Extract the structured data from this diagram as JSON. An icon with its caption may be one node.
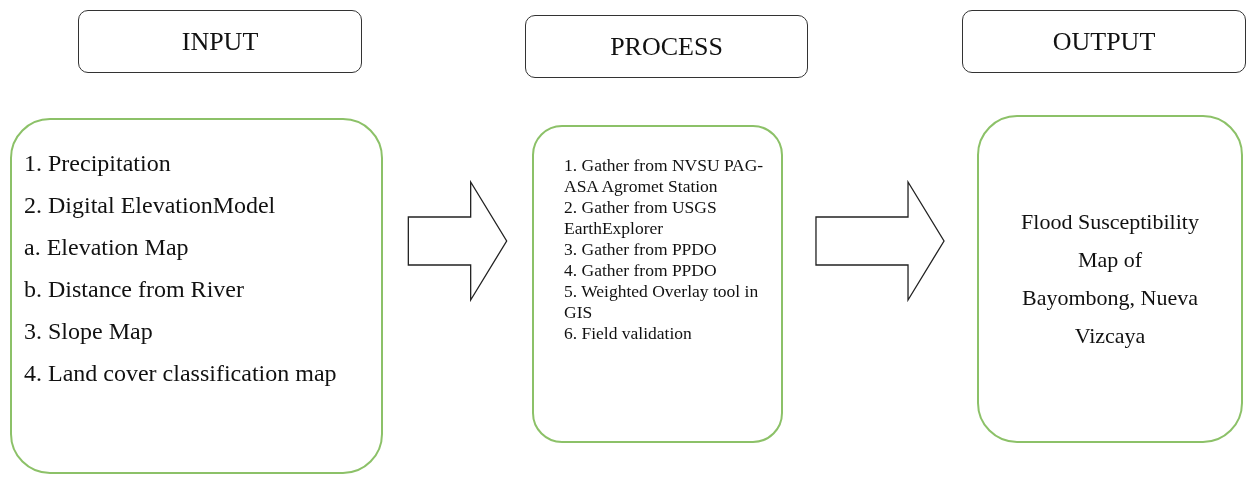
{
  "diagram": {
    "nodes": [
      {
        "text": [
          "INPUT"
        ]
      },
      {
        "text": [
          "PROCESS"
        ]
      },
      {
        "text": [
          "OUTPUT"
        ]
      },
      {
        "text": [
          "1. Precipitation",
          "2. Digital ElevationModel",
          "a. Elevation Map",
          "b. Distance from River",
          "3. Slope Map",
          "4. Land cover classification map"
        ]
      },
      {
        "text": [
          "1. Gather from NVSU PAG-ASA Agromet Station",
          "2. Gather from USGS EarthExplorer",
          "3. Gather from PPDO",
          "4. Gather from PPDO",
          "5. Weighted Overlay tool in GIS",
          "6. Field validation"
        ]
      },
      {
        "text": [
          "Flood Susceptibility Map of Bayombong, Nueva Vizcaya"
        ]
      }
    ],
    "edges": [
      {
        "from": 3,
        "to": 4,
        "arrow": "to"
      },
      {
        "from": 4,
        "to": 5,
        "arrow": "to"
      }
    ]
  }
}
